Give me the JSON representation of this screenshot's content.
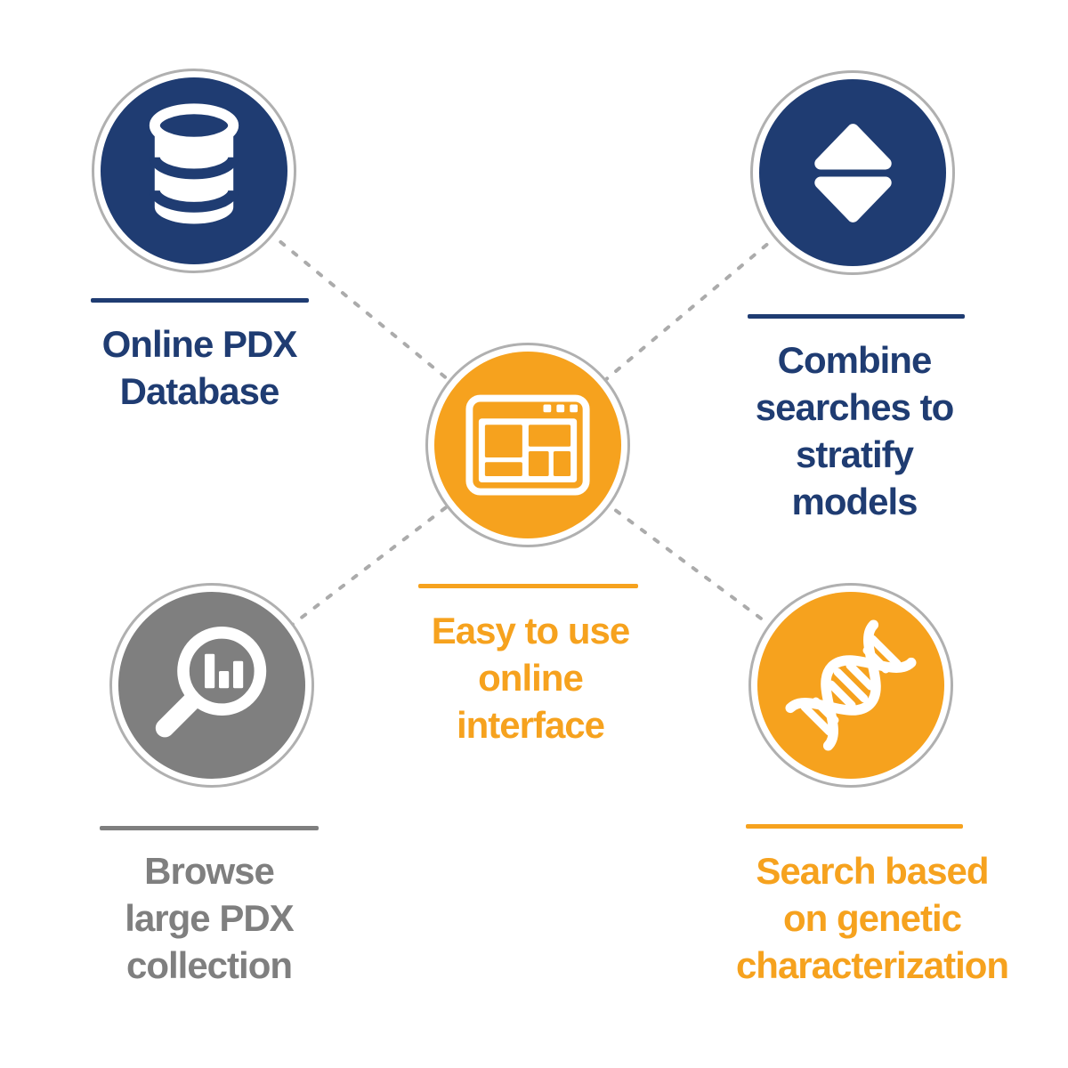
{
  "title": "PDX database features infographic",
  "colors": {
    "navy": "#1f3c72",
    "orange": "#f6a21e",
    "gray": "#7f7f7f",
    "ring": "#b0b0b0",
    "connector": "#ababab"
  },
  "nodes": [
    {
      "id": "online-pdx-database",
      "icon": "database-icon",
      "color": "navy",
      "lines": [
        "Online PDX",
        "Database"
      ]
    },
    {
      "id": "combine-searches",
      "icon": "sort-arrows-icon",
      "color": "navy",
      "lines": [
        "Combine",
        "searches to",
        "stratify",
        "models"
      ]
    },
    {
      "id": "easy-online-interface",
      "icon": "browser-window-icon",
      "color": "orange",
      "lines": [
        "Easy to use",
        "online",
        "interface"
      ]
    },
    {
      "id": "browse-collection",
      "icon": "search-analytics-icon",
      "color": "gray",
      "lines": [
        "Browse",
        "large PDX",
        "collection"
      ]
    },
    {
      "id": "genetic-search",
      "icon": "dna-icon",
      "color": "orange",
      "lines": [
        "Search based",
        "on genetic",
        "characterization"
      ]
    }
  ]
}
